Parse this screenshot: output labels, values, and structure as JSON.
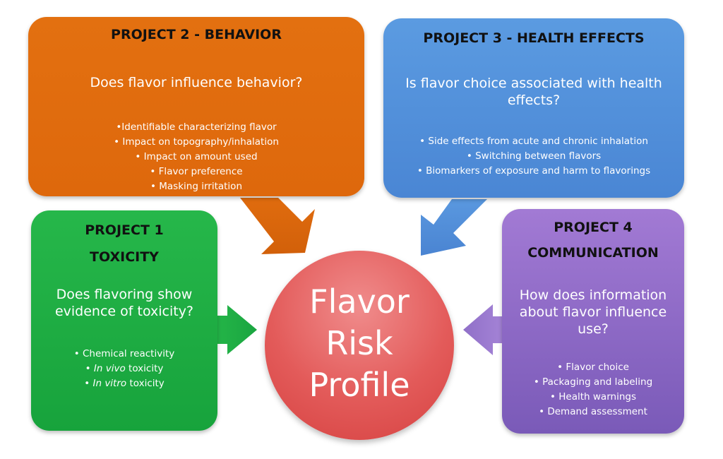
{
  "colors": {
    "project1": "#1faf45",
    "project2": "#e06c0e",
    "project3": "#5290dc",
    "project4": "#8e69c6",
    "center": "#e05352"
  },
  "project2": {
    "title": "PROJECT 2 - BEHAVIOR",
    "question": "Does flavor influence behavior?",
    "bullets": [
      "Identifiable characterizing flavor",
      "Impact on topography/inhalation",
      "Impact on amount used",
      "Flavor preference",
      "Masking  irritation"
    ]
  },
  "project3": {
    "title": "PROJECT 3 - HEALTH EFFECTS",
    "question": "Is flavor choice associated with health effects?",
    "bullets": [
      "Side effects from acute and chronic inhalation",
      "Switching between flavors",
      "Biomarkers of exposure and harm to flavorings"
    ]
  },
  "project1": {
    "title_line1": "PROJECT 1",
    "title_line2": "TOXICITY",
    "question": "Does flavoring show evidence of toxicity?",
    "bullets": [
      {
        "prefix": "",
        "text": "Chemical reactivity"
      },
      {
        "prefix": "In vivo",
        "text": " toxicity"
      },
      {
        "prefix": "In vitro",
        "text": " toxicity"
      }
    ]
  },
  "project4": {
    "title_line1": "PROJECT 4",
    "title_line2": "COMMUNICATION",
    "question": "How does information about flavor influence use?",
    "bullets": [
      "Flavor choice",
      "Packaging and labeling",
      "Health warnings",
      "Demand assessment"
    ]
  },
  "center": {
    "line1": "Flavor",
    "line2": "Risk",
    "line3": "Profile"
  }
}
